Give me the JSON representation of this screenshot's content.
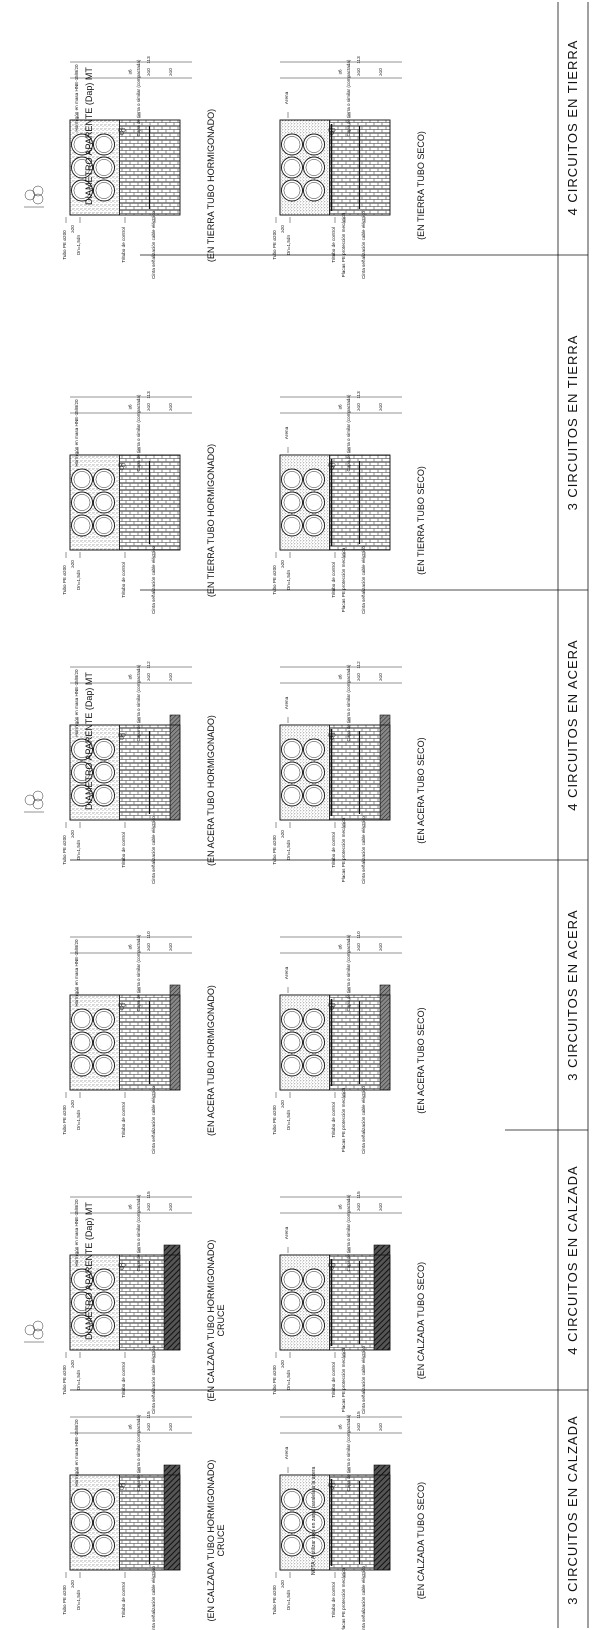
{
  "columns": [
    {
      "header": "3 CIRCUITOS EN CALZADA",
      "surface": "calzada",
      "tubes": 3,
      "sections": [
        {
          "caption": "(EN CALZADA TUBO SECO)",
          "caption2": "",
          "concrete": false,
          "labels": [
            "Cinta señalización cable eléctrico",
            "Placas PE protección mecánica",
            "Tritubo de control",
            "Dn=1,5dn",
            "Tubo PE ø200"
          ],
          "right_labels": [
            "Capa de tierra o similar (compactada)",
            "Arena"
          ],
          "dims": [
            "≥10",
            "≥10",
            "≥6",
            "115",
            "≥20"
          ]
        },
        {
          "caption": "(EN CALZADA TUBO HORMIGONADO)",
          "caption2": "CRUCE",
          "concrete": true,
          "labels": [
            "Cinta señalización cable eléctrico",
            "Tritubo de control",
            "Dn=1,5dn",
            "Tubo PE ø200"
          ],
          "right_labels": [
            "Capa de tierra o similar (compactada)",
            "Hormigón en masa HNE-15/B/20"
          ],
          "dims": [
            "≥10",
            "≥10",
            "≥6",
            "115",
            "≥20"
          ]
        }
      ],
      "notes": [
        "NOTA: A utilizar solo en zanja paralela a la acera"
      ]
    },
    {
      "header": "4 CIRCUITOS EN CALZADA",
      "surface": "calzada",
      "tubes": 4,
      "sections": [
        {
          "caption": "(EN CALZADA TUBO SECO)",
          "caption2": "",
          "concrete": false,
          "labels": [
            "Cinta señalización cable eléctrico",
            "Placas PE protección mecánica",
            "Tritubo de control",
            "Dn=1,5dn",
            "Tubo PE ø200"
          ],
          "right_labels": [
            "Capa de tierra o similar (compactada)",
            "Arena"
          ],
          "dims": [
            "≥10",
            "≥10",
            "≥6",
            "115",
            "≥20"
          ]
        },
        {
          "caption": "(EN CALZADA TUBO HORMIGONADO)",
          "caption2": "CRUCE",
          "concrete": true,
          "labels": [
            "Cinta señalización cable eléctrico",
            "Tritubo de control",
            "Dn=1,5dn",
            "Tubo PE ø200"
          ],
          "right_labels": [
            "Capa de tierra o similar (compactada)",
            "Hormigón en masa HNE-15/B/20"
          ],
          "dims": [
            "≥10",
            "≥10",
            "≥6",
            "115",
            "≥20"
          ]
        }
      ],
      "notes": [
        "DIAMETRO APARENTE (Dap) MT"
      ]
    },
    {
      "header": "3 CIRCUITOS EN ACERA",
      "surface": "acera",
      "tubes": 3,
      "sections": [
        {
          "caption": "(EN ACERA TUBO SECO)",
          "caption2": "",
          "concrete": false,
          "labels": [
            "Cinta señalización cable eléctrico",
            "Placas PE protección mecánica",
            "Tritubo de control",
            "Dn=1,5dn",
            "Tubo PE ø200"
          ],
          "right_labels": [
            "Capa de tierra o similar (compactada)",
            "Arena"
          ],
          "dims": [
            "≥10",
            "≥10",
            "≥6",
            "110",
            "≥20"
          ]
        },
        {
          "caption": "(EN ACERA TUBO HORMIGONADO)",
          "caption2": "",
          "concrete": true,
          "labels": [
            "Cinta señalización cable eléctrico",
            "Tritubo de control",
            "Dn=1,5dn",
            "Tubo PE ø200"
          ],
          "right_labels": [
            "Capa de tierra o similar (compactada)",
            "Hormigón en masa HNE-15/B/20"
          ],
          "dims": [
            "≥10",
            "≥10",
            "≥6",
            "110",
            "≥20"
          ]
        }
      ],
      "notes": []
    },
    {
      "header": "4 CIRCUITOS EN ACERA",
      "surface": "acera",
      "tubes": 4,
      "sections": [
        {
          "caption": "(EN ACERA TUBO SECO)",
          "caption2": "",
          "concrete": false,
          "labels": [
            "Cinta señalización cable eléctrico",
            "Placas PE protección mecánica",
            "Tritubo de control",
            "Dn=1,5dn",
            "Tubo PE ø200"
          ],
          "right_labels": [
            "Capa de tierra o similar (compactada)",
            "Arena"
          ],
          "dims": [
            "≥10",
            "≥10",
            "≥6",
            "112",
            "≥20"
          ]
        },
        {
          "caption": "(EN ACERA TUBO HORMIGONADO)",
          "caption2": "",
          "concrete": true,
          "labels": [
            "Cinta señalización cable eléctrico",
            "Tritubo de control",
            "Dn=1,5dn",
            "Tubo PE ø200"
          ],
          "right_labels": [
            "Capa de tierra o similar (compactada)",
            "Hormigón en masa HNE-15/B/20"
          ],
          "dims": [
            "≥10",
            "≥10",
            "≥6",
            "112",
            "≥20"
          ]
        }
      ],
      "notes": [
        "DIAMETRO APARENTE (Dap) MT"
      ]
    },
    {
      "header": "3 CIRCUITOS EN TIERRA",
      "surface": "tierra",
      "tubes": 3,
      "sections": [
        {
          "caption": "(EN TIERRA TUBO SECO)",
          "caption2": "",
          "concrete": false,
          "labels": [
            "Cinta señalización cable eléctrico",
            "Placas PE protección mecánica",
            "Tritubo de control",
            "Dn=1,5dn",
            "Tubo PE ø200"
          ],
          "right_labels": [
            "Capa de tierra o similar (compactada)",
            "Arena"
          ],
          "dims": [
            "≥10",
            "≥10",
            "≥6",
            "113",
            "≥20"
          ]
        },
        {
          "caption": "(EN TIERRA TUBO HORMIGONADO)",
          "caption2": "",
          "concrete": true,
          "labels": [
            "Cinta señalización cable eléctrico",
            "Tritubo de control",
            "Dn=1,5dn",
            "Tubo PE ø200"
          ],
          "right_labels": [
            "Capa de tierra o similar (compactada)",
            "Hormigón en masa HNE-15/B/20"
          ],
          "dims": [
            "≥10",
            "≥10",
            "≥6",
            "113",
            "≥20"
          ]
        }
      ],
      "notes": []
    },
    {
      "header": "4 CIRCUITOS EN TIERRA",
      "surface": "tierra",
      "tubes": 4,
      "sections": [
        {
          "caption": "(EN TIERRA TUBO SECO)",
          "caption2": "",
          "concrete": false,
          "labels": [
            "Cinta señalización cable eléctrico",
            "Placas PE protección mecánica",
            "Tritubo de control",
            "Dn=1,5dn",
            "Tubo PE ø200"
          ],
          "right_labels": [
            "Capa de tierra o similar (compactada)",
            "Arena"
          ],
          "dims": [
            "≥10",
            "≥10",
            "≥6",
            "113",
            "≥20"
          ]
        },
        {
          "caption": "(EN TIERRA TUBO HORMIGONADO)",
          "caption2": "",
          "concrete": true,
          "labels": [
            "Cinta señalización cable eléctrico",
            "Tritubo de control",
            "Dn=1,5dn",
            "Tubo PE ø200"
          ],
          "right_labels": [
            "Capa de tierra o similar (compactada)",
            "Hormigón en masa HNE-15/B/20"
          ],
          "dims": [
            "≥10",
            "≥10",
            "≥6",
            "113",
            "≥20"
          ]
        }
      ],
      "notes": [
        "DIAMETRO APARENTE (Dap) MT"
      ]
    }
  ]
}
